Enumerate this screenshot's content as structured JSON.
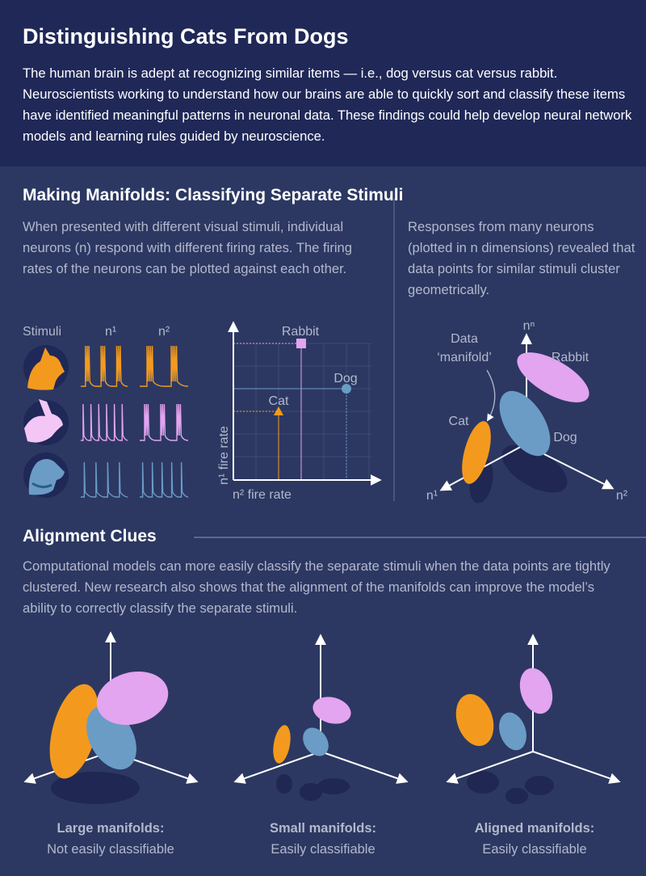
{
  "header": {
    "title": "Distinguishing Cats From Dogs",
    "intro": "The human brain is adept at recognizing similar items — i.e., dog versus cat versus rabbit. Neuroscientists working to understand how our brains are able to quickly sort and classify these items have identified meaningful patterns in neuronal data. These findings could help develop neural network models and learning rules guided by neuroscience."
  },
  "manifolds": {
    "title": "Making Manifolds: Classifying Separate Stimuli",
    "left_text": "When presented with different visual stimuli, individual neurons (n) respond with different firing rates. The firing rates of the neurons can be plotted against each other.",
    "right_text": "Responses from many neurons (plotted in n dimensions) revealed that data points for similar stimuli cluster geometrically.",
    "stimuli_header": "Stimuli",
    "n1_header": "n¹",
    "n2_header": "n²",
    "plot": {
      "y_label": "n¹ fire rate",
      "x_label": "n² fire rate",
      "points": [
        {
          "label": "Rabbit",
          "color": "#e3a4f0"
        },
        {
          "label": "Dog",
          "color": "#6a9cc6"
        },
        {
          "label": "Cat",
          "color": "#f39a1e"
        }
      ]
    },
    "manifold3d": {
      "axis_top": "nⁿ",
      "axis_left": "n¹",
      "axis_right": "n²",
      "annotation_line1": "Data",
      "annotation_line2": "‘manifold’",
      "cat": "Cat",
      "dog": "Dog",
      "rabbit": "Rabbit"
    }
  },
  "alignment": {
    "title": "Alignment Clues",
    "text": "Computational models can more easily classify the separate stimuli when the data points are tightly clustered. New research also shows that the alignment of the manifolds can improve the model’s ability to correctly classify the separate stimuli.",
    "panels": [
      {
        "title": "Large manifolds:",
        "subtitle": "Not easily classifiable"
      },
      {
        "title": "Small manifolds:",
        "subtitle": "Easily classifiable"
      },
      {
        "title": "Aligned manifolds:",
        "subtitle": "Easily classifiable"
      }
    ]
  },
  "colors": {
    "cat": "#f39a1e",
    "rabbit": "#e3a4f0",
    "dog": "#6a9cc6",
    "header_bg": "#1f2857",
    "bg": "#2c3862"
  }
}
